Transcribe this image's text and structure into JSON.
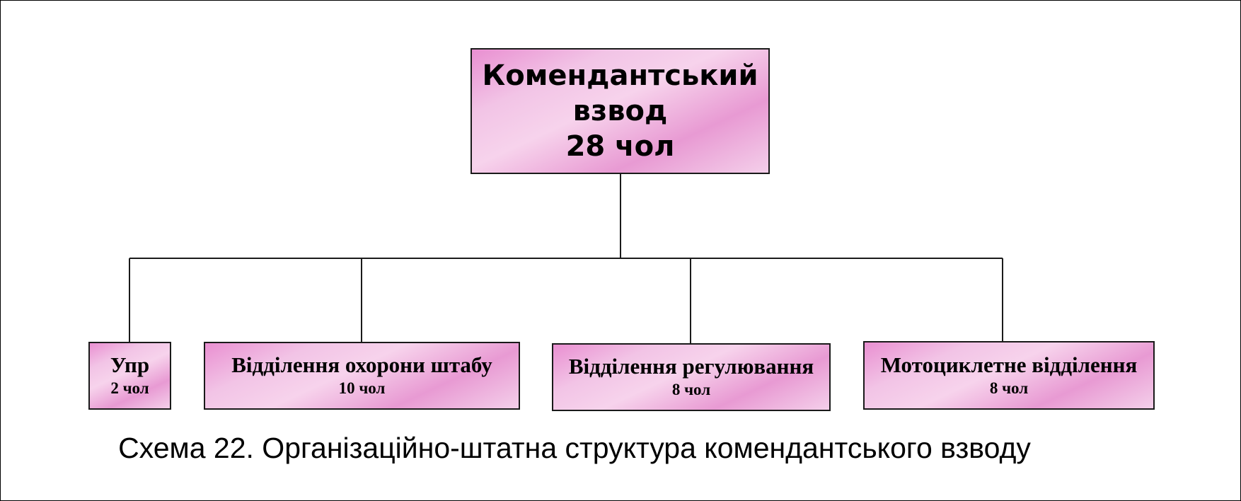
{
  "root": {
    "name": "Комендантський взвод",
    "count": "28 чол"
  },
  "children": [
    {
      "name": "Упр",
      "count": "2 чол"
    },
    {
      "name": "Відділення охорони штабу",
      "count": "10 чол"
    },
    {
      "name": "Відділення регулювання",
      "count": "8 чол"
    },
    {
      "name": "Мотоциклетне відділення",
      "count": "8 чол"
    }
  ],
  "caption": "Схема 22. Організаційно-штатна структура комендантського взводу",
  "colors": {
    "box_fill_light": "#f7d3ec",
    "box_fill_dark": "#e98fd1",
    "line": "#1a1a1a"
  }
}
